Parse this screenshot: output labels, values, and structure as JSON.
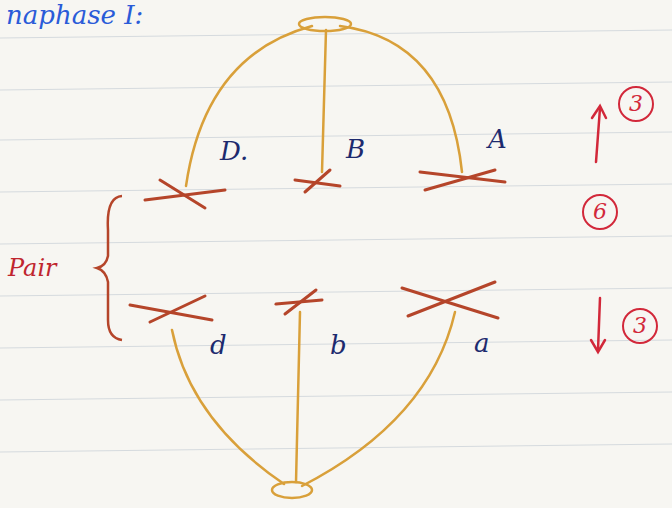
{
  "diagram": {
    "title": "naphase I:",
    "nodes": [
      {
        "text": [
          "3"
        ]
      },
      {
        "text": [
          "6"
        ]
      },
      {
        "text": [
          "3"
        ]
      }
    ],
    "labels": [
      "D.",
      "B",
      "A",
      "Pair",
      "d",
      "b",
      "a"
    ]
  }
}
